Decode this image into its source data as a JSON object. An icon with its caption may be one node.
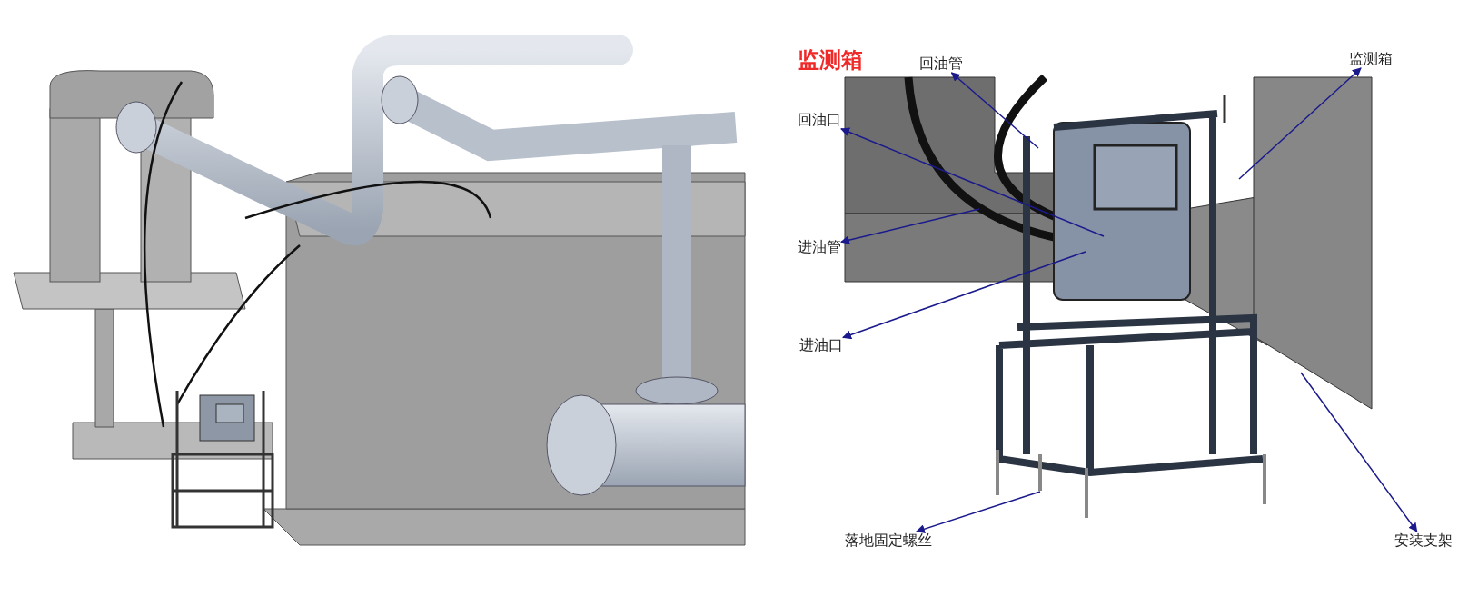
{
  "diagram": {
    "title": "监测箱",
    "nodes": [
      {
        "text": [
          "回油管"
        ]
      },
      {
        "text": [
          "回油口"
        ]
      },
      {
        "text": [
          "进油管"
        ]
      },
      {
        "text": [
          "进油口"
        ]
      },
      {
        "text": [
          "监测箱"
        ]
      },
      {
        "text": [
          "落地固定螺丝"
        ]
      },
      {
        "text": [
          "安装支架"
        ]
      }
    ],
    "edges": [
      {
        "from": null,
        "to": 0,
        "arrow": "to"
      },
      {
        "from": null,
        "to": 1,
        "arrow": "to"
      },
      {
        "from": null,
        "to": 2,
        "arrow": "to"
      },
      {
        "from": null,
        "to": 3,
        "arrow": "to"
      },
      {
        "from": null,
        "to": 4,
        "arrow": "to"
      },
      {
        "from": null,
        "to": 5,
        "arrow": "to"
      },
      {
        "from": null,
        "to": 6,
        "arrow": "to"
      }
    ]
  }
}
